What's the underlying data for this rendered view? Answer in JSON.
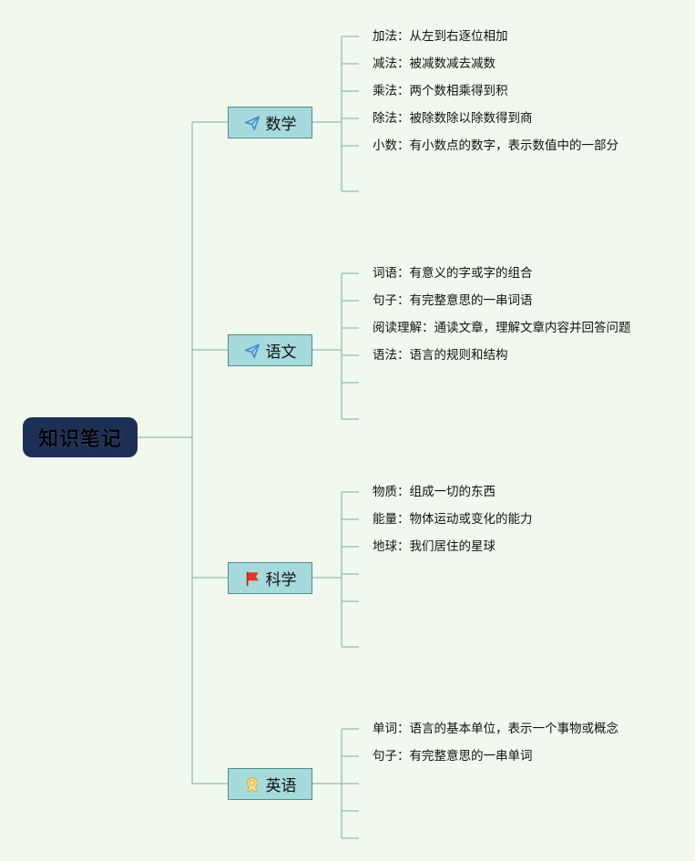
{
  "root": {
    "title": "知识笔记"
  },
  "branches": [
    {
      "label": "数学",
      "icon": "paper-plane-icon",
      "items": [
        {
          "term": "加法",
          "desc": "从左到右逐位相加"
        },
        {
          "term": "减法",
          "desc": "被减数减去减数"
        },
        {
          "term": "乘法",
          "desc": "两个数相乘得到积"
        },
        {
          "term": "除法",
          "desc": "被除数除以除数得到商"
        },
        {
          "term": "小数",
          "desc": "有小数点的数字，表示数值中的一部分"
        }
      ]
    },
    {
      "label": "语文",
      "icon": "paper-plane-icon",
      "items": [
        {
          "term": "词语",
          "desc": "有意义的字或字的组合"
        },
        {
          "term": "句子",
          "desc": "有完整意思的一串词语"
        },
        {
          "term": "阅读理解",
          "desc": "通读文章，理解文章内容并回答问题"
        },
        {
          "term": "语法",
          "desc": "语言的规则和结构"
        }
      ]
    },
    {
      "label": "科学",
      "icon": "red-flag-icon",
      "items": [
        {
          "term": "物质",
          "desc": "组成一切的东西"
        },
        {
          "term": "能量",
          "desc": "物体运动或变化的能力"
        },
        {
          "term": "地球",
          "desc": "我们居住的星球"
        }
      ]
    },
    {
      "label": "英语",
      "icon": "medal-icon",
      "items": [
        {
          "term": "单词",
          "desc": "语言的基本单位，表示一个事物或概念"
        },
        {
          "term": "句子",
          "desc": "有完整意思的一串单词"
        }
      ]
    }
  ],
  "colors": {
    "background": "#f1f9ee",
    "connector": "#8fbfb3",
    "root_fill": "#1d2f55",
    "branch_fill": "#a7dadd",
    "branch_border": "#4f8f86"
  }
}
